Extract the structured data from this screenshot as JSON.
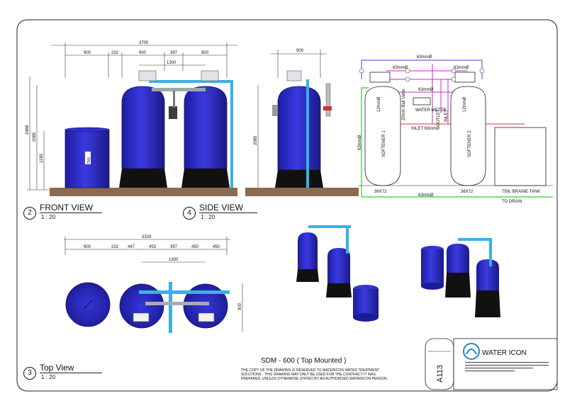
{
  "views": {
    "front": {
      "number": "2",
      "title": "FRONT VIEW",
      "scale": "1 : 20"
    },
    "side": {
      "number": "4",
      "title": "SIDE VIEW",
      "scale": "1 : 20"
    },
    "top": {
      "number": "3",
      "title": "Top View",
      "scale": "1 : 20"
    }
  },
  "front_dims": {
    "overall": "3700",
    "segments": [
      "900",
      "232",
      "900",
      "397",
      "900"
    ],
    "between": "1300",
    "heights": [
      "2468",
      "2085",
      "1180"
    ]
  },
  "side_dims": {
    "width": "900",
    "height": "2085"
  },
  "top_dims": {
    "overall": "3329",
    "segments": [
      "900",
      "232",
      "447",
      "453",
      "397",
      "450",
      "450"
    ],
    "between": "1300",
    "depth": "900"
  },
  "tank_label": "750L",
  "schematic": {
    "bypass_size": "63mmØ",
    "pipe_top": "63mmØ",
    "pipe_top2": "63mmØ",
    "pipe_mid": "63mmØ",
    "brine_left": "12mmØ",
    "brine_right": "12mmØ",
    "ball_valve": "20mm Ball Valve",
    "water_meter": "WATER METER",
    "outlet": "OUTLET",
    "inlet_v": "INLET",
    "inlet_h": "INLET 63mmØ",
    "softener1": "SOFTENER 1",
    "softener2": "SOFTENER 2",
    "size1": "36X72",
    "size2": "36X72",
    "brine_tank": "750L BRAINE TANK",
    "left_vertical": "63mmØ",
    "drain_size": "63mmØ",
    "to_drain": "TO DRAIN"
  },
  "title_block": {
    "title": "SDM - 600 ( Top Mounted )",
    "notice": [
      "THE COPY OF THE DRAWING IS RESERVED TO WATERICON WATER TREATMENT",
      "SOLUTIONS . THIS DRAWING MAY ONLY BE USED FOR THE CONTRACT IT WAS",
      "PREPARED, UNLESS OTHERWISE STATED BY AN AUTHORISED WATERICON PERSON."
    ],
    "sheet": "A113",
    "company": "WATER ICON"
  },
  "colors": {
    "vessel": "#2a2ac8",
    "vessel_dark": "#1a1a8a",
    "pipe": "#3ab0e6",
    "base": "#8b6a4e",
    "green_line": "#33cc33",
    "red_line": "#e03030",
    "magenta_line": "#d020d0",
    "blue_line": "#4040d0",
    "logo": "#1e88c8"
  }
}
